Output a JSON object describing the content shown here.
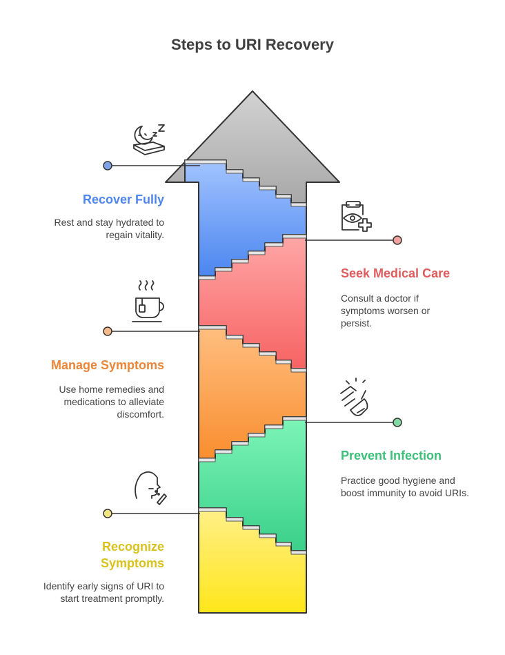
{
  "title": "Steps to URI Recovery",
  "steps": [
    {
      "title": "Recover Fully",
      "description": "Rest and stay hydrated to regain vitality.",
      "icon": "sleep-icon",
      "color": "#4f86ee"
    },
    {
      "title": "Seek Medical Care",
      "description": "Consult a doctor if symptoms worsen or persist.",
      "icon": "medical-clipboard-icon",
      "color": "#e05b5b"
    },
    {
      "title": "Manage Symptoms",
      "description": "Use home remedies and medications to alleviate discomfort.",
      "icon": "tea-cup-icon",
      "color": "#e8863a"
    },
    {
      "title": "Prevent Infection",
      "description": "Practice good hygiene and boost immunity to avoid URIs.",
      "icon": "hand-washing-icon",
      "color": "#3cbf78"
    },
    {
      "title": "Recognize Symptoms",
      "description": "Identify early signs of URI to start treatment promptly.",
      "icon": "coughing-person-icon",
      "color": "#d9c21c"
    }
  ]
}
